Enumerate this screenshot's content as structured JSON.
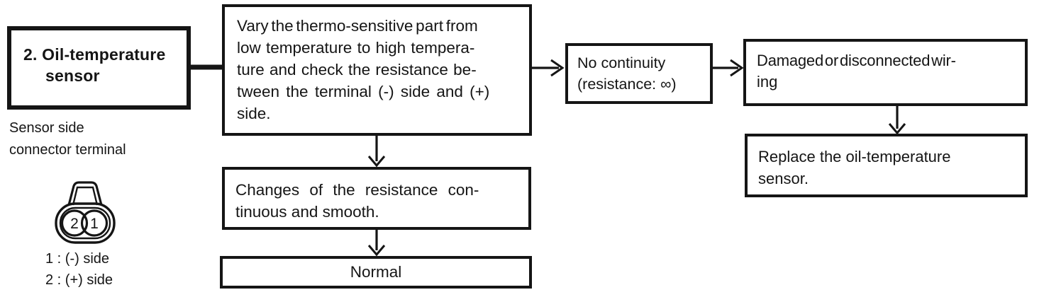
{
  "palette": {
    "ink": "#151515",
    "paper": "#ffffff"
  },
  "sensor_panel": {
    "title_line1": "2. Oil-temperature",
    "title_line2": "sensor",
    "caption_line1": "Sensor side",
    "caption_line2": "connector terminal",
    "connector_pin_left": "2",
    "connector_pin_right": "1",
    "legend_line1": "1 : (-) side",
    "legend_line2": "2 : (+) side"
  },
  "flow": {
    "test_box": {
      "lines": [
        "Vary the thermo-sensitive part from",
        "low temperature to high tempera-",
        "ture and check the resistance be-",
        "tween the terminal (-) side and (+)",
        "side."
      ]
    },
    "ok_box": {
      "lines": [
        "Changes of the resistance con-",
        "tinuous and smooth."
      ]
    },
    "normal_box": {
      "label": "Normal"
    },
    "fail_box": {
      "lines": [
        "No continuity",
        "(resistance: ∞)"
      ]
    },
    "cause_box": {
      "lines": [
        "Damaged or disconnected wir-",
        "ing"
      ]
    },
    "action_box": {
      "lines": [
        "Replace the oil-temperature",
        "sensor."
      ]
    }
  }
}
